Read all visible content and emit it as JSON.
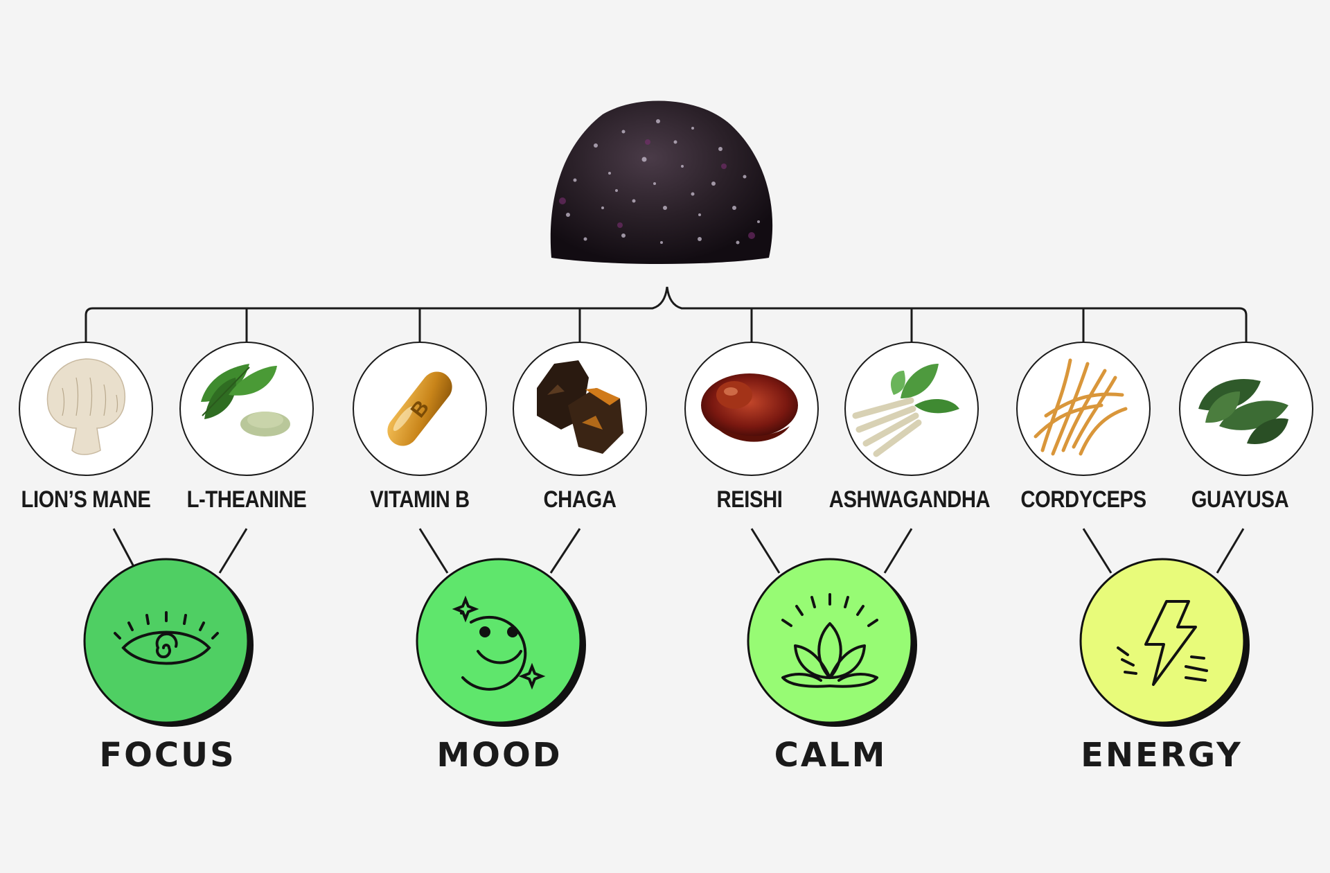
{
  "product": {
    "icon": "gummy-image"
  },
  "ingredients": [
    {
      "label": "LION’S MANE",
      "icon": "lions-mane-mushroom-image"
    },
    {
      "label": "L-THEANINE",
      "icon": "tea-leaves-powder-image"
    },
    {
      "label": "VITAMIN B",
      "icon": "vitamin-b-capsule-image"
    },
    {
      "label": "CHAGA",
      "icon": "chaga-chunks-image"
    },
    {
      "label": "REISHI",
      "icon": "reishi-mushroom-image"
    },
    {
      "label": "ASHWAGANDHA",
      "icon": "ashwagandha-root-image"
    },
    {
      "label": "CORDYCEPS",
      "icon": "cordyceps-image"
    },
    {
      "label": "GUAYUSA",
      "icon": "guayusa-leaves-image"
    }
  ],
  "benefits": [
    {
      "label": "FOCUS",
      "icon": "eye-icon",
      "color": "#4fcf63"
    },
    {
      "label": "MOOD",
      "icon": "smiley-icon",
      "color": "#5fe66c"
    },
    {
      "label": "CALM",
      "icon": "lotus-icon",
      "color": "#97fb74"
    },
    {
      "label": "ENERGY",
      "icon": "lightning-icon",
      "color": "#e8fb7a"
    }
  ],
  "colors": {
    "background": "#f4f4f4",
    "line": "#1a1a1a",
    "circle_fill": "#ffffff"
  }
}
